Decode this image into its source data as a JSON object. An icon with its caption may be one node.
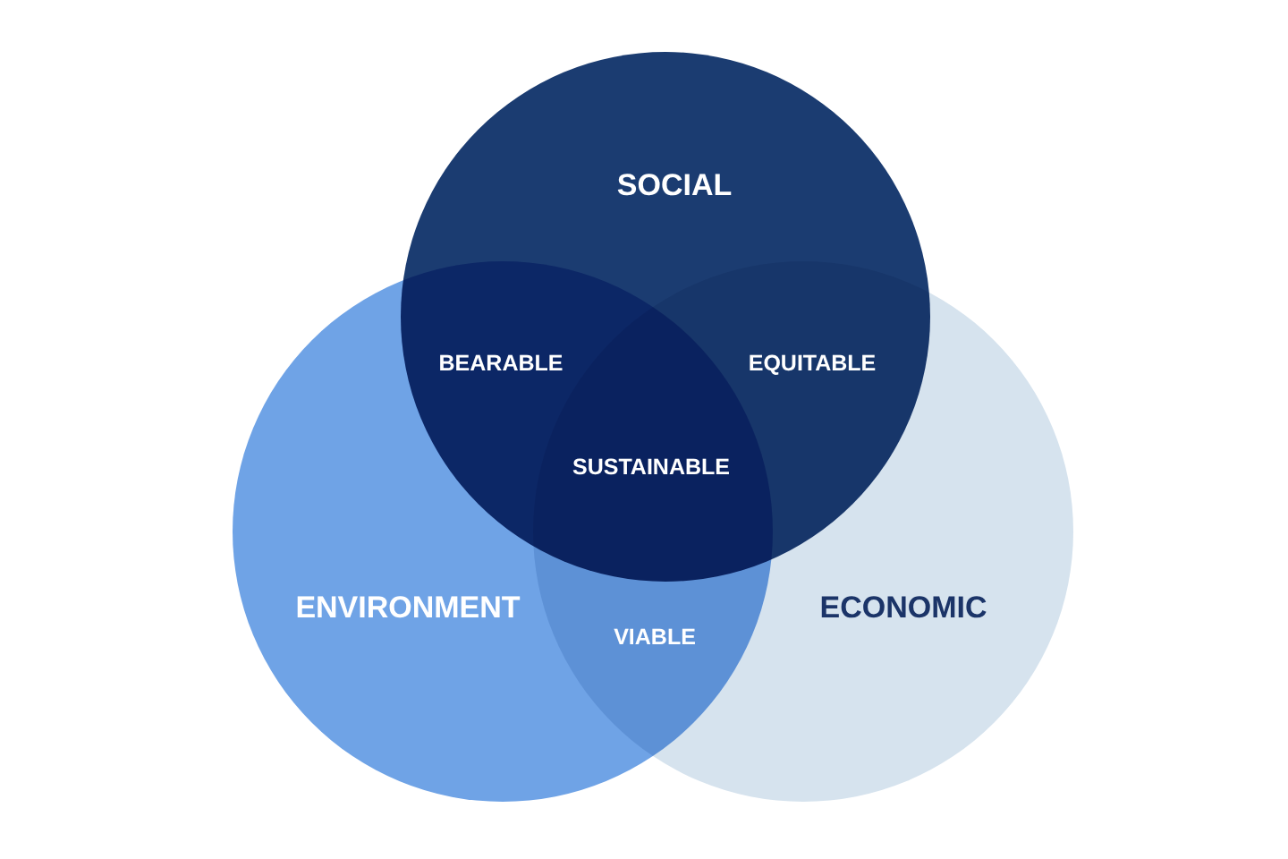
{
  "diagram": {
    "nodes": [
      {
        "text": [
          "SOCIAL"
        ]
      },
      {
        "text": [
          "ENVIRONMENT"
        ]
      },
      {
        "text": [
          "ECONOMIC"
        ]
      }
    ],
    "labels": [
      "BEARABLE",
      "EQUITABLE",
      "SUSTAINABLE",
      "VIABLE"
    ]
  }
}
